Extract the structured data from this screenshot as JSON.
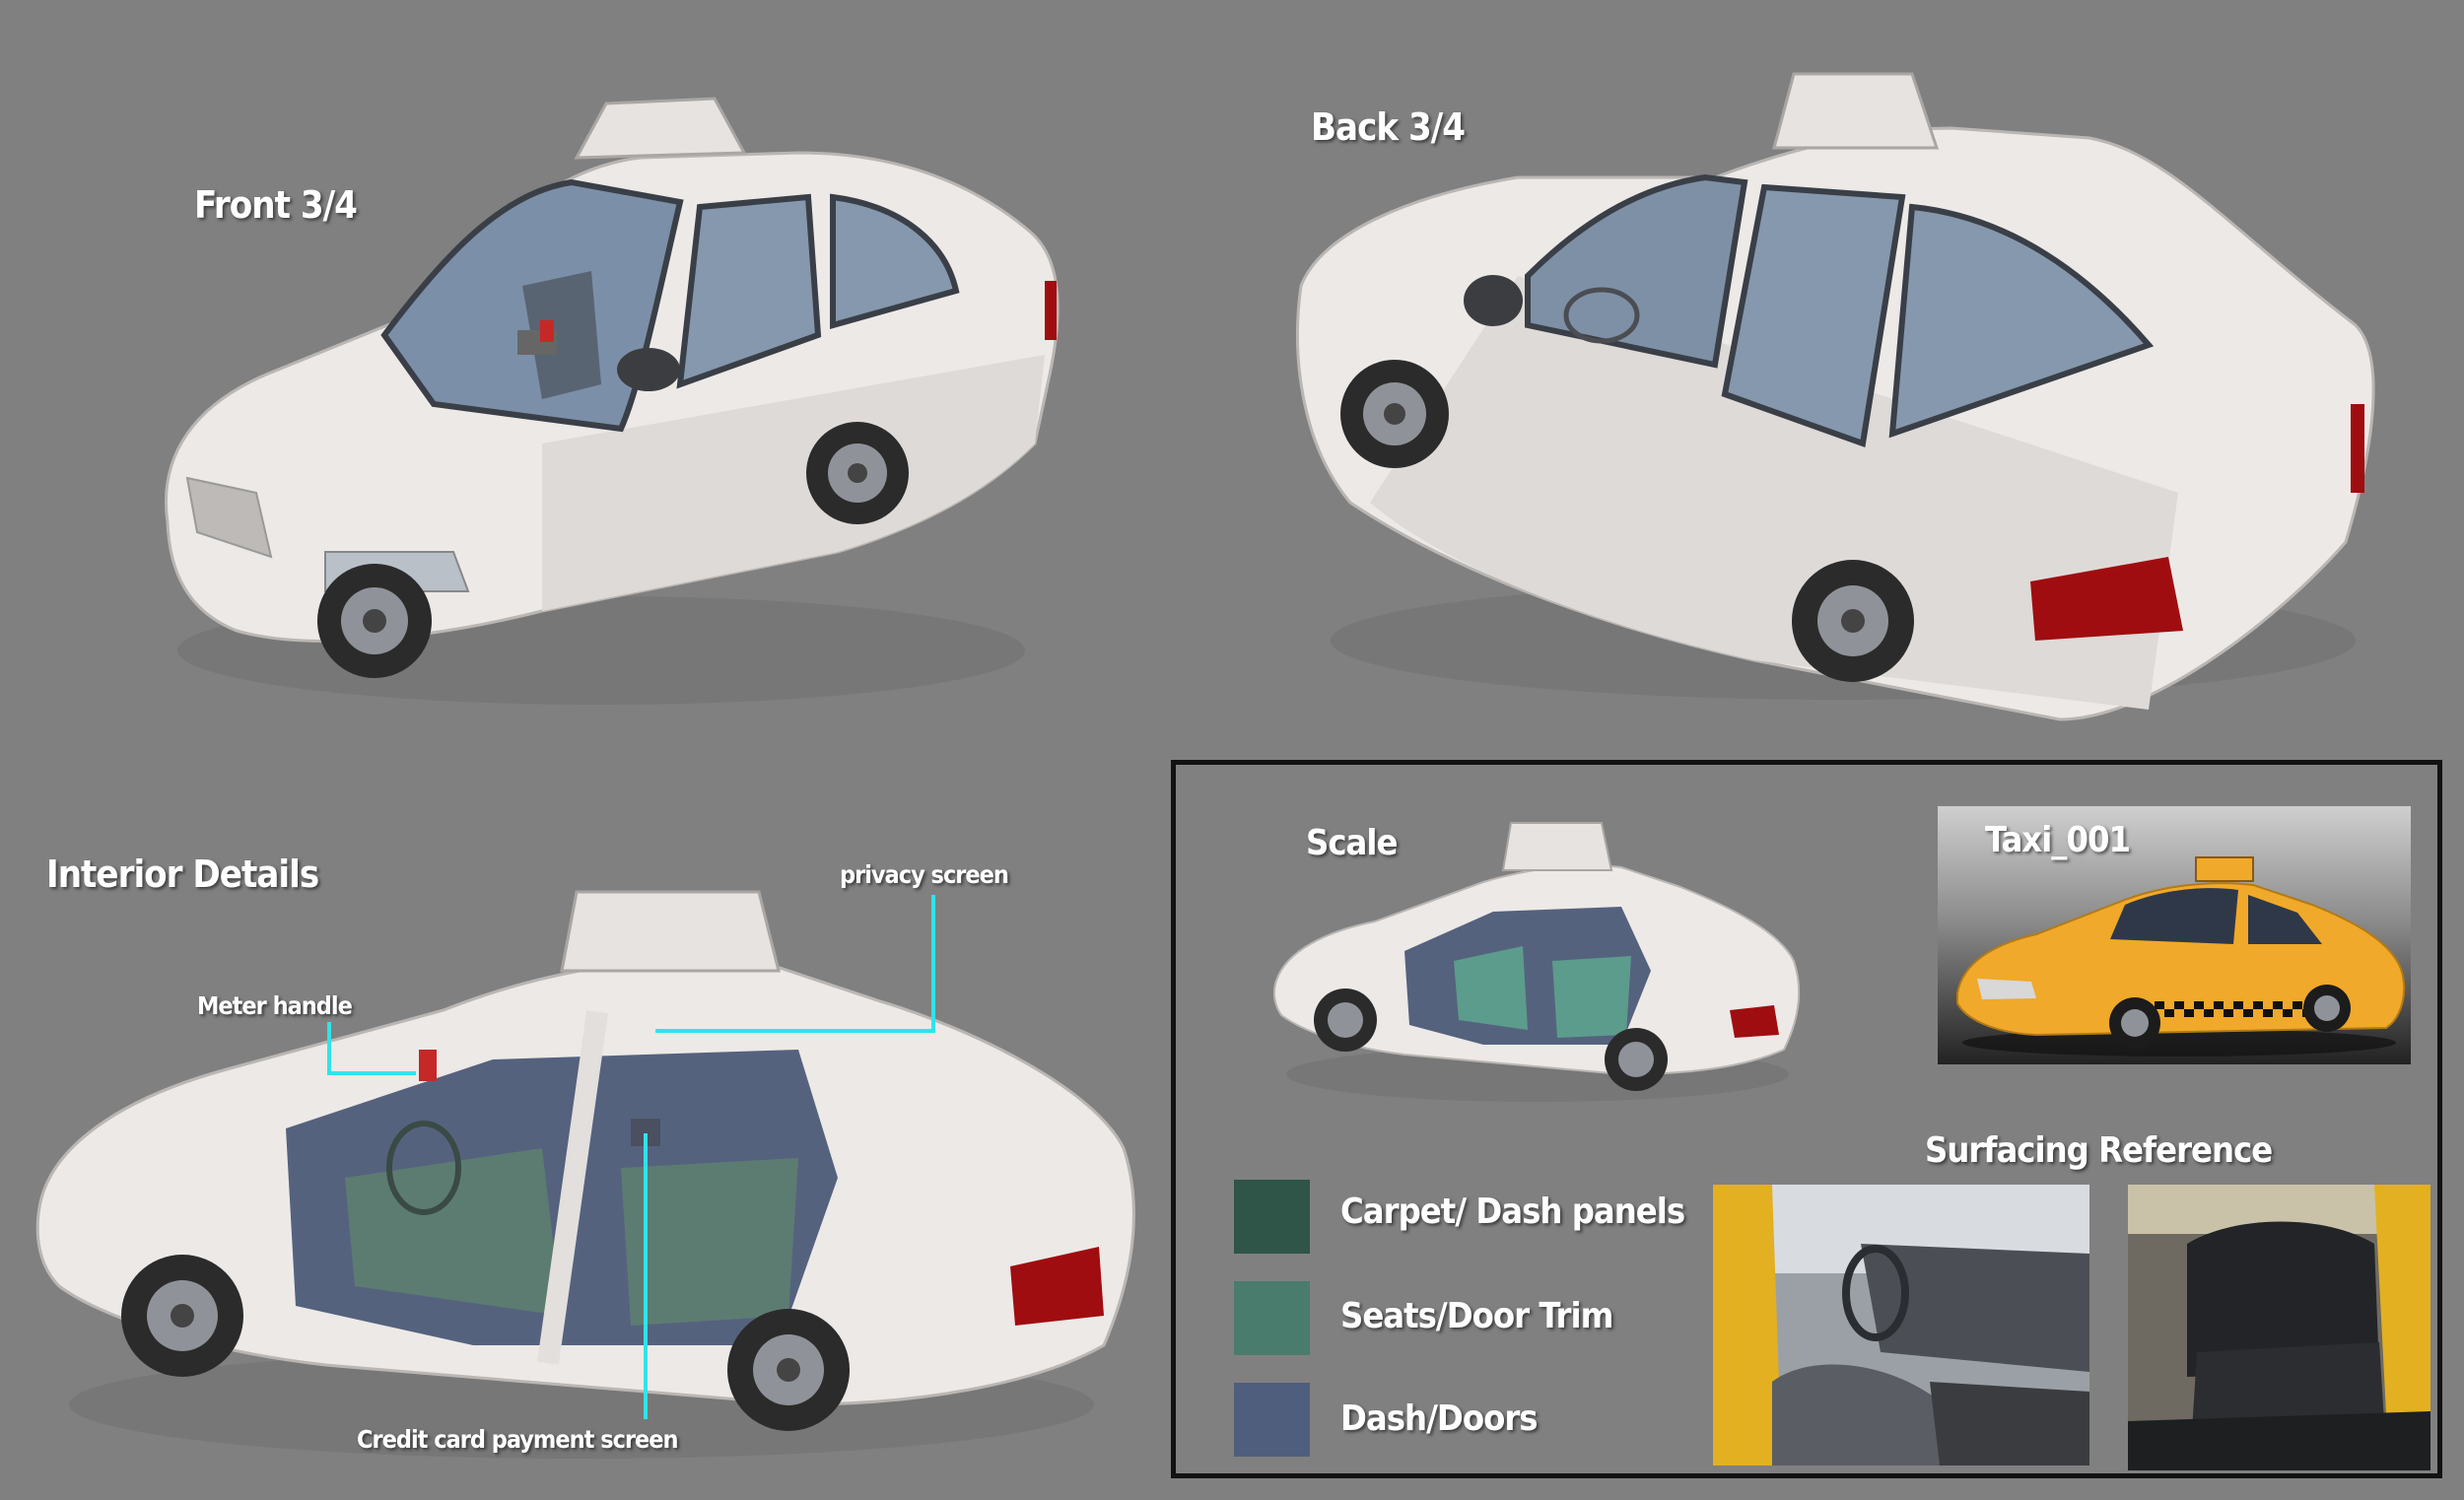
{
  "views": {
    "front": "Front 3/4",
    "back": "Back 3/4",
    "interior": "Interior Details"
  },
  "callouts": {
    "meter_handle": "Meter handle",
    "privacy_screen": "privacy screen",
    "payment_screen": "Credit card payment screen"
  },
  "panel": {
    "scale_label": "Scale",
    "asset_name": "Taxi_001",
    "surfacing_title": "Surfacing Reference",
    "materials": [
      {
        "name": "Carpet/ Dash panels",
        "color": "#2f5448"
      },
      {
        "name": "Seats/Door Trim",
        "color": "#4a7c6e"
      },
      {
        "name": "Dash/Doors",
        "color": "#4f5e7c"
      }
    ]
  },
  "colors": {
    "background": "#808080",
    "car_body": "#ece9e7",
    "taillight": "#a00d10",
    "callout_line": "#31e3ea",
    "taxi_yellow": "#f0a92a"
  }
}
